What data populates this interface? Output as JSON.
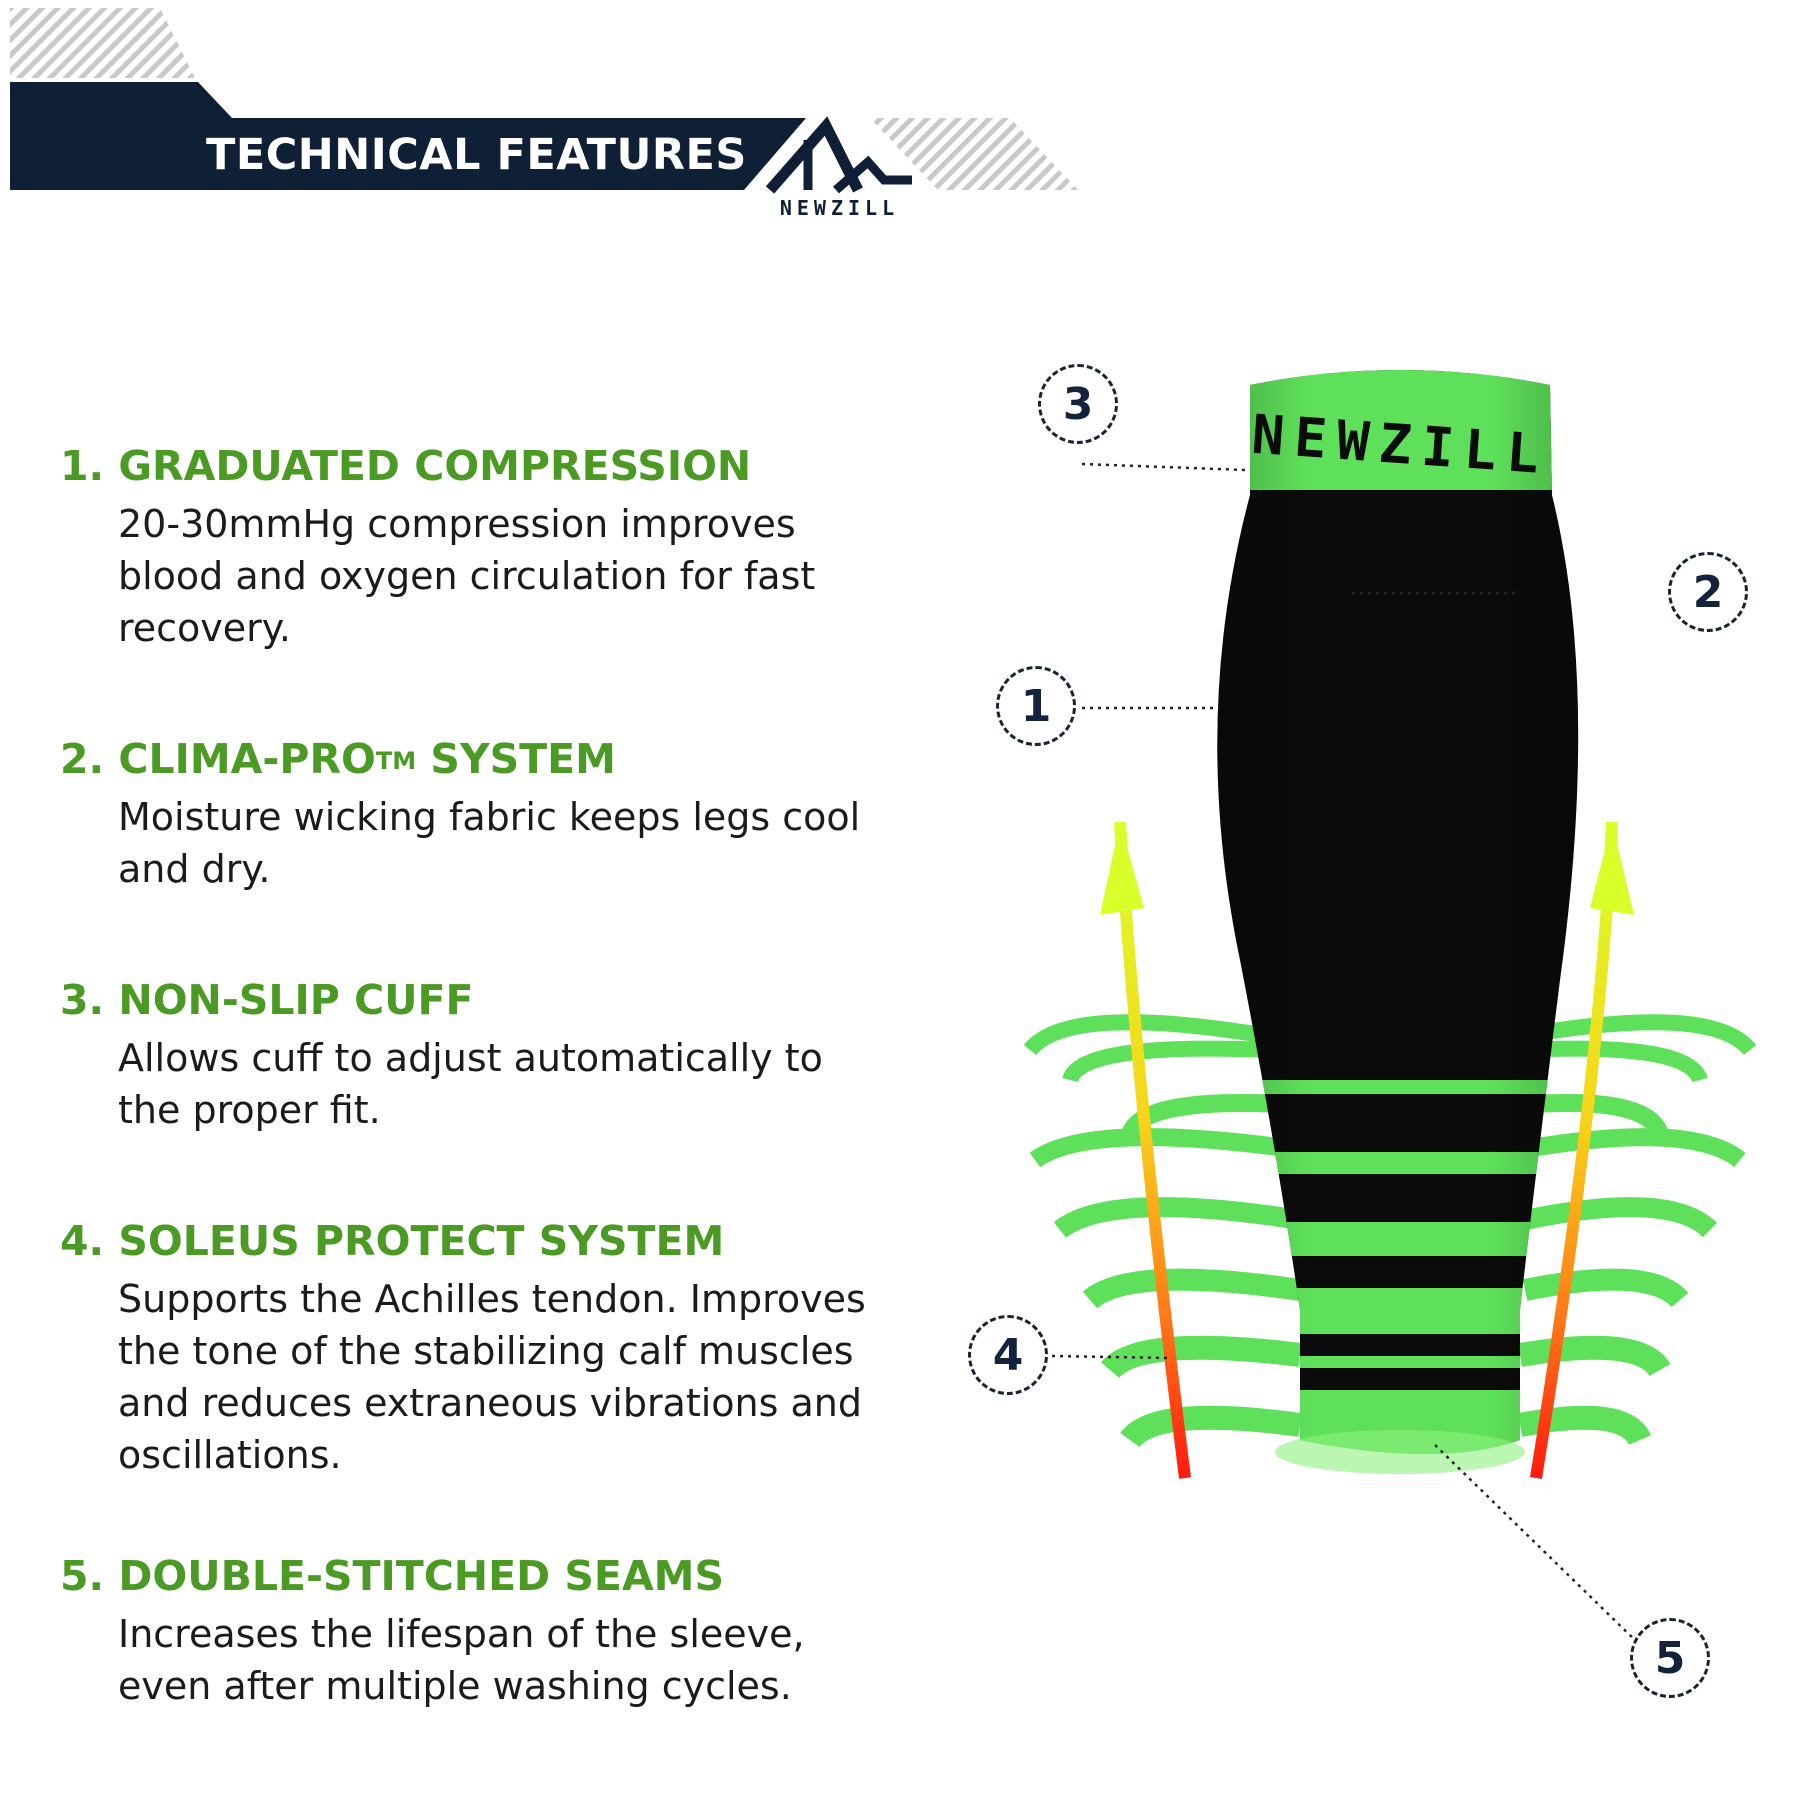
{
  "header": {
    "title": "TECHNICAL FEATURES",
    "brand": "NEWZILL"
  },
  "features": [
    {
      "number": "1.",
      "title": "GRADUATED COMPRESSION",
      "title_suffix": "",
      "text": "20-30mmHg compression improves blood and oxygen circulation for fast recovery."
    },
    {
      "number": "2.",
      "title": "CLIMA-PRO",
      "title_tm": "TM",
      "title_suffix": " SYSTEM",
      "text": "Moisture wicking fabric keeps legs cool and dry."
    },
    {
      "number": "3.",
      "title": "NON-SLIP CUFF",
      "title_suffix": "",
      "text": "Allows cuff to adjust automatically to the proper fit."
    },
    {
      "number": "4.",
      "title": "SOLEUS PROTECT SYSTEM",
      "title_suffix": "",
      "text": "Supports the Achilles tendon. Improves the tone of the stabilizing calf muscles and reduces extraneous vibrations and oscillations."
    },
    {
      "number": "5.",
      "title": "DOUBLE-STITCHED SEAMS",
      "title_suffix": "",
      "text": "Increases the lifespan of the sleeve, even after multiple washing cycles."
    }
  ],
  "product": {
    "cuff_text": "NEWZILL",
    "callouts": [
      "1",
      "2",
      "3",
      "4",
      "5"
    ]
  },
  "colors": {
    "navy": "#0f1f35",
    "green_heading": "#4a9a23",
    "sleeve_green": "#5ee05a",
    "sleeve_black": "#0b0b0b",
    "arrow_top": "#d9ff2a",
    "arrow_bottom": "#ff1a10"
  }
}
